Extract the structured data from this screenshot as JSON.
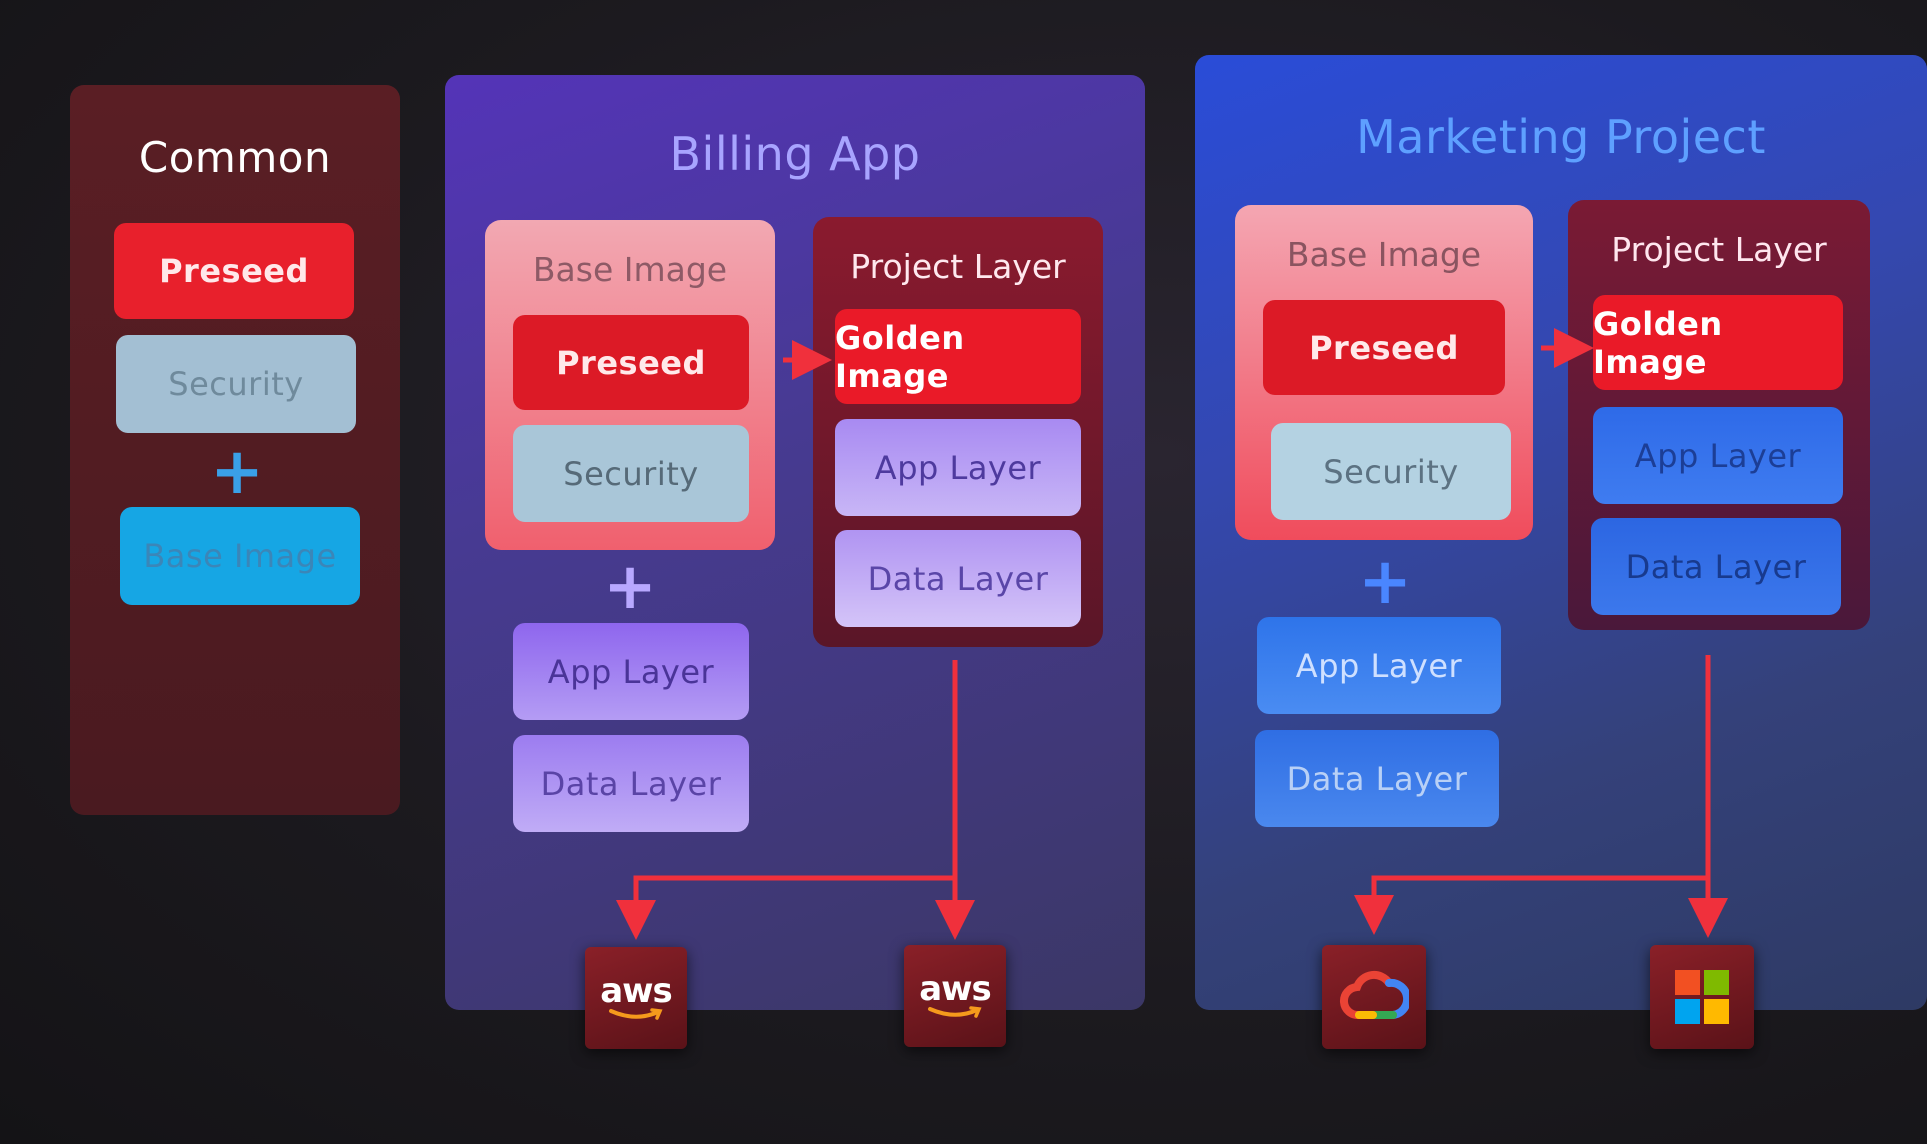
{
  "common": {
    "title": "Common",
    "preseed": "Preseed",
    "security": "Security",
    "plus": "+",
    "base_image": "Base Image"
  },
  "billing": {
    "title": "Billing App",
    "base_group_title": "Base Image",
    "preseed": "Preseed",
    "security": "Security",
    "plus": "+",
    "app_layer": "App Layer",
    "data_layer": "Data Layer",
    "project_group_title": "Project Layer",
    "golden_image": "Golden Image",
    "proj_app_layer": "App Layer",
    "proj_data_layer": "Data Layer",
    "targets": [
      {
        "icon": "aws-icon",
        "label": "aws"
      },
      {
        "icon": "aws-icon",
        "label": "aws"
      }
    ]
  },
  "marketing": {
    "title": "Marketing Project",
    "base_group_title": "Base Image",
    "preseed": "Preseed",
    "security": "Security",
    "plus": "+",
    "app_layer": "App Layer",
    "data_layer": "Data Layer",
    "project_group_title": "Project Layer",
    "golden_image": "Golden Image",
    "proj_app_layer": "App Layer",
    "proj_data_layer": "Data Layer",
    "targets": [
      {
        "icon": "google-cloud-icon"
      },
      {
        "icon": "microsoft-icon"
      }
    ]
  },
  "colors": {
    "red": "#e8202c",
    "arrow_red": "#f0303c",
    "security": "#a9c6d8",
    "cyan": "#1ea9e6",
    "purple": "#9e7ae8",
    "blue": "#3572e6"
  }
}
